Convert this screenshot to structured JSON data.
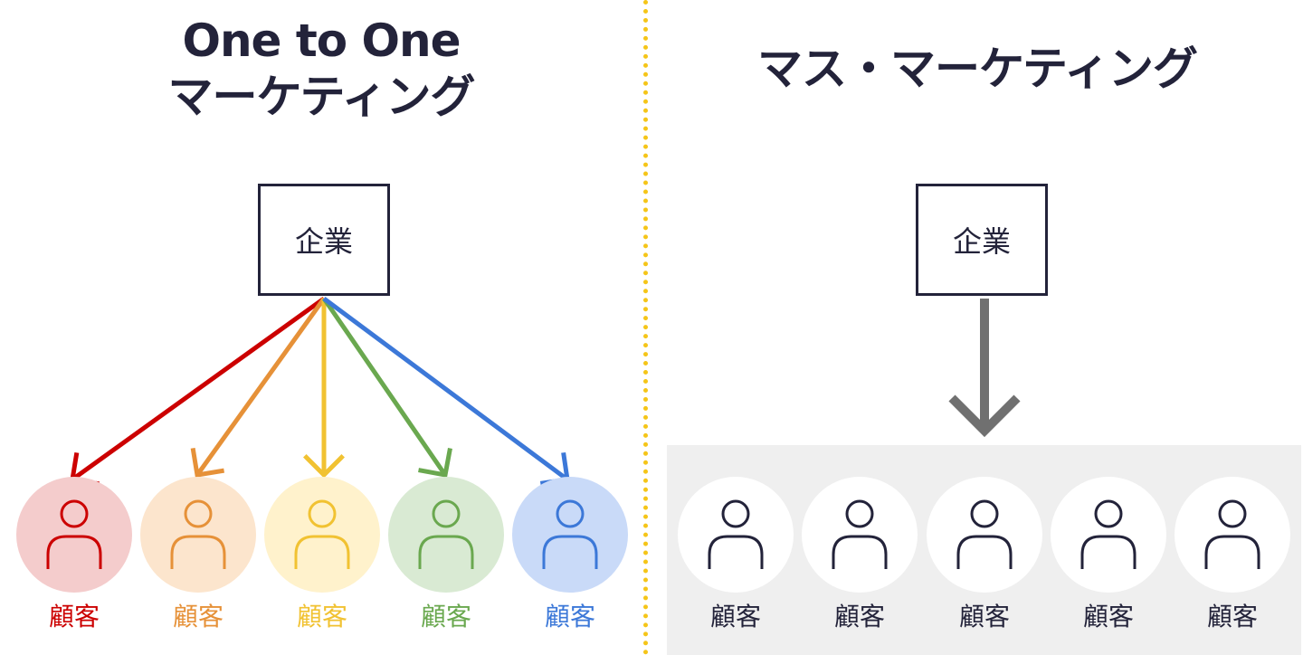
{
  "left": {
    "title_line1": "One to One",
    "title_line2": "マーケティング",
    "company_label": "企業",
    "customers": [
      {
        "label": "顧客",
        "color": "#cc0000",
        "bg": "#f4cccc"
      },
      {
        "label": "顧客",
        "color": "#e69138",
        "bg": "#fce5cd"
      },
      {
        "label": "顧客",
        "color": "#f1c232",
        "bg": "#fff2cc"
      },
      {
        "label": "顧客",
        "color": "#6aa84f",
        "bg": "#d9ead3"
      },
      {
        "label": "顧客",
        "color": "#3c78d8",
        "bg": "#c9daf8"
      }
    ]
  },
  "right": {
    "title": "マス・マーケティング",
    "company_label": "企業",
    "arrow_color": "#707070",
    "panel_color": "#efefef",
    "customers": [
      {
        "label": "顧客"
      },
      {
        "label": "顧客"
      },
      {
        "label": "顧客"
      },
      {
        "label": "顧客"
      },
      {
        "label": "顧客"
      }
    ]
  },
  "colors": {
    "divider": "#f5c518",
    "text_dark": "#23233a"
  },
  "icons": {
    "person": "person-icon"
  }
}
